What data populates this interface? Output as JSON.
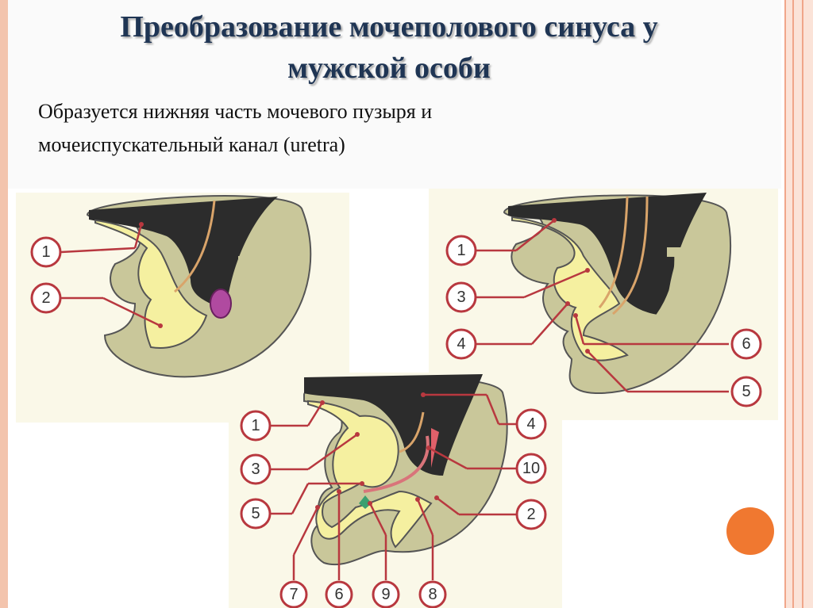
{
  "title": {
    "line1": "Преобразование мочеполового синуса у",
    "line2": "мужской особи"
  },
  "body_text": {
    "line1": "Образуется нижняя часть мочевого пузыря и",
    "line2": "мочеиспускательный канал (uretra)"
  },
  "figures": {
    "top_left": {
      "callouts": [
        "1",
        "2"
      ]
    },
    "top_right": {
      "callouts": [
        "1",
        "3",
        "4",
        "6",
        "5"
      ]
    },
    "bottom_center": {
      "callouts": [
        "1",
        "3",
        "5",
        "4",
        "10",
        "2",
        "7",
        "6",
        "9",
        "8"
      ]
    }
  },
  "colors": {
    "title": "#1f3554",
    "frame_accent": "#f0a68a",
    "callout_stroke": "#b8383f",
    "tissue_olive": "#c9c79a",
    "sinus_yellow": "#f5f0a0",
    "rectum_dark": "#2c2c2c",
    "nav_dot": "#f07830"
  },
  "decor": {
    "nav_dot_icon": "orange-circle-icon"
  }
}
